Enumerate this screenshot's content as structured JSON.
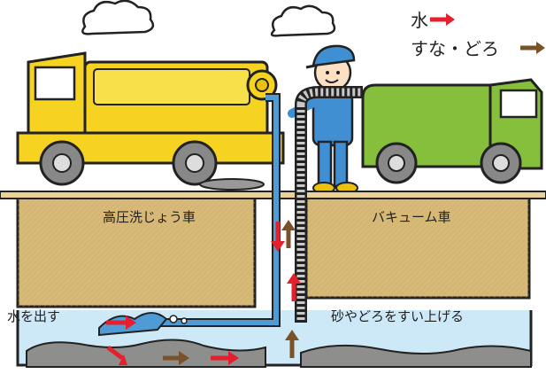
{
  "legend": {
    "water": {
      "label": "水",
      "color": "#e4202e"
    },
    "sand_mud": {
      "label": "すな・どろ",
      "color": "#7a5228"
    }
  },
  "labels": {
    "high_pressure_truck": "高圧洗じょう車",
    "vacuum_truck": "バキューム車",
    "spray_water": "水を出す",
    "suck_up": "砂やどろをすい上げる"
  },
  "colors": {
    "ground": "#d7ba78",
    "yellow_truck": "#f5d320",
    "green_truck": "#86bf3c",
    "water_blue": "#4e9bd6",
    "mud": "#8e8e8c"
  }
}
